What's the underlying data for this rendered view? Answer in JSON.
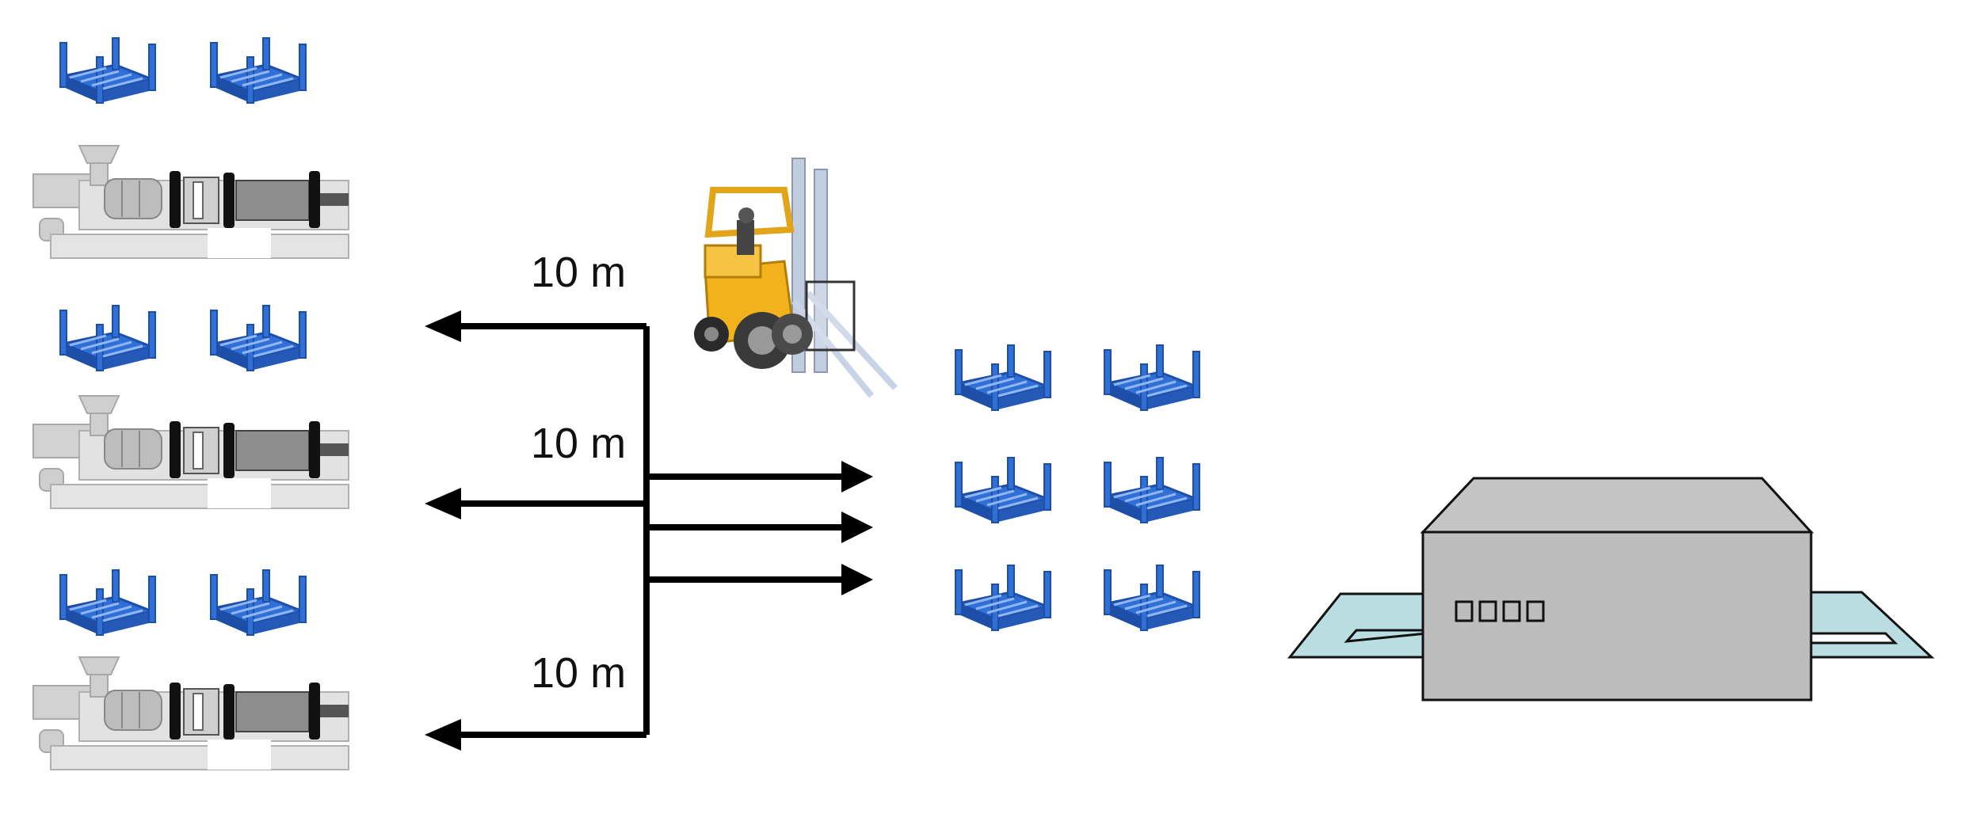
{
  "labels": {
    "distance_top": "10 m",
    "distance_middle": "10 m",
    "distance_bottom": "10 m"
  },
  "icons": {
    "machine": "injection-molding-machine-icon",
    "rack": "wire-mesh-pallet-rack-icon",
    "forklift": "forklift-icon",
    "station": "tunnel-washer-icon"
  },
  "colors": {
    "rack_blue": "#2f6fd6",
    "forklift_yellow": "#f2b21b",
    "machine_gray": "#c8c8c8",
    "station_gray": "#bdbdbd",
    "conveyor_teal": "#b9dde0",
    "arrow": "#000000"
  }
}
